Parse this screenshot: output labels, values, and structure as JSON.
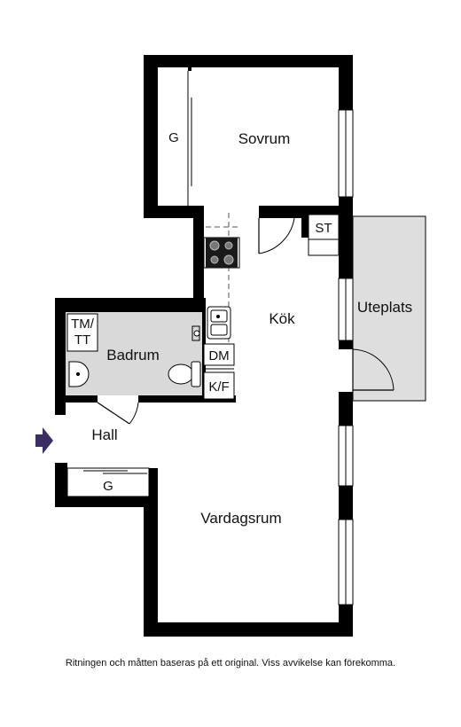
{
  "colors": {
    "wall": "#000000",
    "wet_room_floor": "#d9d9d9",
    "terrace_floor": "#dedede",
    "entrance_arrow": "#3b2e63",
    "background": "#ffffff"
  },
  "rooms": {
    "sovrum": "Sovrum",
    "kok": "Kök",
    "badrum": "Badrum",
    "hall": "Hall",
    "vardagsrum": "Vardagsrum",
    "uteplats": "Uteplats"
  },
  "fixtures": {
    "garderob_sovrum": "G",
    "garderob_hall": "G",
    "stad": "ST",
    "diskmaskin": "DM",
    "kyl_frys": "K/F",
    "tm_line1": "TM/",
    "tm_line2": "TT"
  },
  "icons": {
    "entrance": "entrance-arrow-icon",
    "stove": "stove-icon",
    "sink": "kitchen-sink-icon",
    "toilet": "toilet-icon",
    "washbasin": "washbasin-icon"
  },
  "footer": {
    "disclaimer": "Ritningen och måtten baseras på ett original. Viss avvikelse kan förekomma."
  }
}
